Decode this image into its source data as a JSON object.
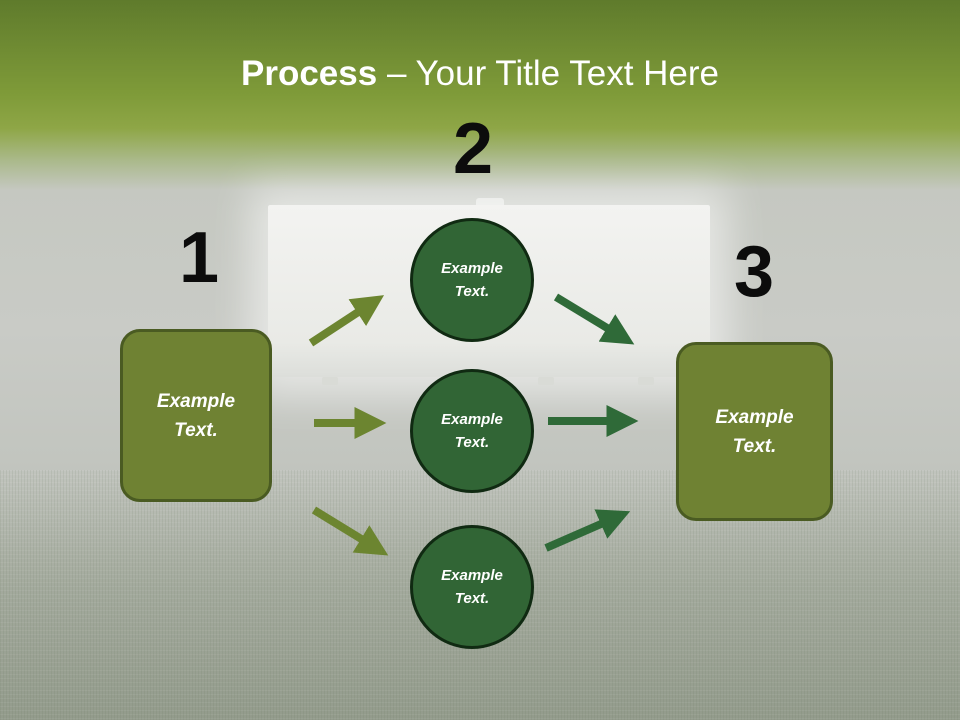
{
  "title": {
    "bold": "Process",
    "rest": " – Your Title Text Here"
  },
  "numbers": [
    "1",
    "2",
    "3"
  ],
  "left_box": {
    "label": "Example\nText."
  },
  "circles": [
    {
      "label": "Example\nText."
    },
    {
      "label": "Example\nText."
    },
    {
      "label": "Example\nText."
    }
  ],
  "right_box": {
    "label": "Example\nText."
  },
  "colors": {
    "box_fill": "#6f8233",
    "circle_fill": "#316535",
    "arrow_light": "#6c8530",
    "arrow_dark": "#2f6a38"
  }
}
